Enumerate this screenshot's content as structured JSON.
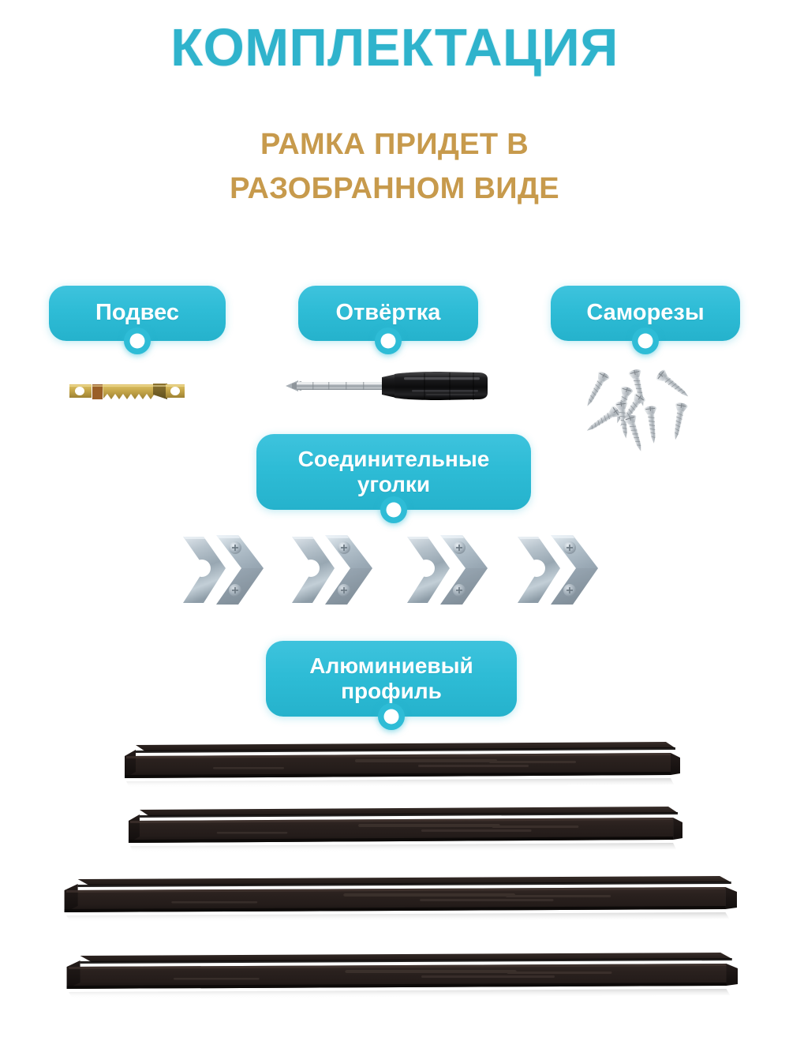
{
  "header": {
    "title": "КОМПЛЕКТАЦИЯ",
    "subtitle_line1": "РАМКА ПРИДЕТ В",
    "subtitle_line2": "РАЗОБРАННОМ ВИДЕ",
    "title_color": "#2fb3cc",
    "subtitle_color": "#c79a4c"
  },
  "theme": {
    "badge_color": "#2ebcd6",
    "badge_text_color": "#ffffff",
    "background": "#ffffff",
    "profile_color": "#2a2220",
    "bracket_color": "#b9c4cc",
    "hanger_color": "#c8a94a",
    "screw_color": "#c9ced4"
  },
  "items": [
    {
      "id": "podves",
      "label": "Подвес",
      "icon": "sawtooth-hanger-icon",
      "row": 1
    },
    {
      "id": "otvertka",
      "label": "Отвёртка",
      "icon": "screwdriver-icon",
      "row": 1
    },
    {
      "id": "samorezy",
      "label": "Саморезы",
      "icon": "screws-icon",
      "row": 1,
      "count": 10
    },
    {
      "id": "ugolki",
      "label": "Соединительные\nуголки",
      "icon": "corner-bracket-icon",
      "row": 2,
      "count": 4
    },
    {
      "id": "profile",
      "label": "Алюминиевый\nпрофиль",
      "icon": "aluminium-profile-icon",
      "row": 3,
      "count": 4
    }
  ],
  "profiles": [
    {
      "index": 1,
      "length": "short"
    },
    {
      "index": 2,
      "length": "short"
    },
    {
      "index": 3,
      "length": "long"
    },
    {
      "index": 4,
      "length": "long"
    }
  ]
}
